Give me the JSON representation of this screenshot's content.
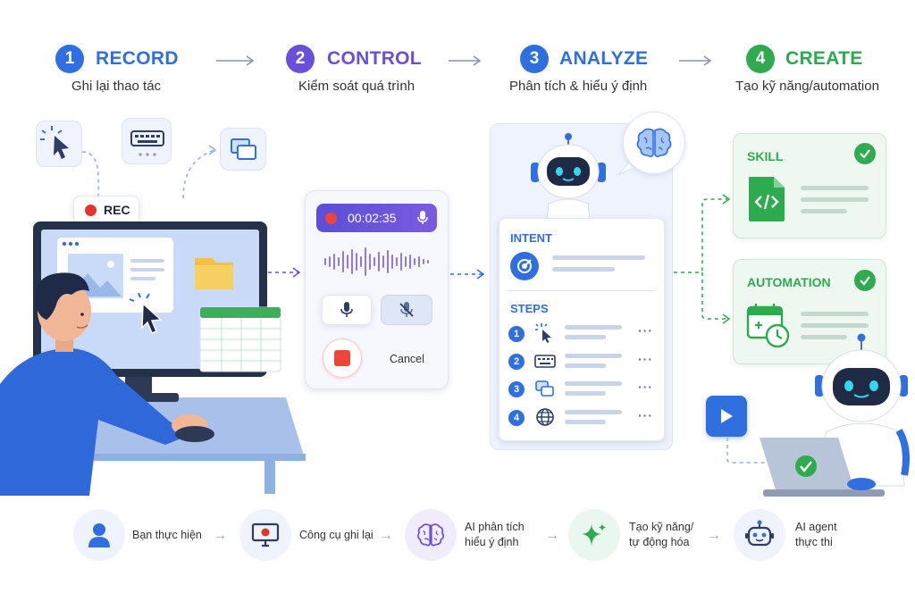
{
  "steps": [
    {
      "num": "1",
      "title": "RECORD",
      "sub": "Ghi lại thao tác",
      "color": "#2f6fe0"
    },
    {
      "num": "2",
      "title": "CONTROL",
      "sub": "Kiểm soát quá trình",
      "color": "#6a4fd8"
    },
    {
      "num": "3",
      "title": "ANALYZE",
      "sub": "Phân tích & hiểu ý định",
      "color": "#2f6fe0"
    },
    {
      "num": "4",
      "title": "CREATE",
      "sub": "Tạo kỹ năng/automation",
      "color": "#2eaa4f"
    }
  ],
  "record": {
    "rec_label": "REC"
  },
  "control": {
    "timer": "00:02:35",
    "cancel_label": "Cancel"
  },
  "analyze": {
    "intent_label": "INTENT",
    "steps_label": "STEPS",
    "step_numbers": [
      "1",
      "2",
      "3",
      "4"
    ]
  },
  "create": {
    "skill_label": "SKILL",
    "automation_label": "AUTOMATION"
  },
  "flow": [
    {
      "line1": "Bạn thực hiện",
      "line2": ""
    },
    {
      "line1": "Công cụ ghi lại",
      "line2": ""
    },
    {
      "line1": "AI phân tích",
      "line2": "hiểu ý định"
    },
    {
      "line1": "Tạo kỹ năng/",
      "line2": "tự động hóa"
    },
    {
      "line1": "AI agent",
      "line2": "thực thi"
    }
  ],
  "colors": {
    "blue": "#2f6fe0",
    "purple": "#6a4fd8",
    "green": "#2eaa4f",
    "red": "#f0443a"
  },
  "icons": [
    "cursor-click-icon",
    "keyboard-icon",
    "windows-icon",
    "microphone-icon",
    "mic-off-icon",
    "stop-icon",
    "brain-icon",
    "target-icon",
    "globe-icon",
    "code-file-icon",
    "calendar-clock-icon",
    "check-icon",
    "play-icon",
    "user-icon",
    "screen-record-icon",
    "sparkle-icon",
    "robot-icon"
  ]
}
